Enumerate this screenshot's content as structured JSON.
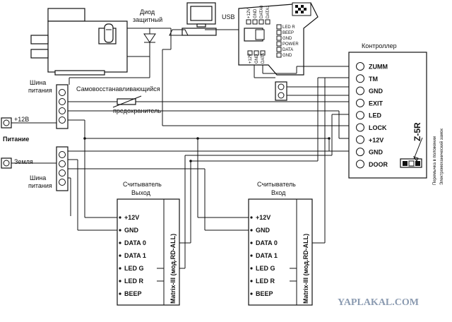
{
  "lock": {
    "diode_label": [
      "Диод",
      "защитный"
    ]
  },
  "usb": {
    "label": "USB",
    "pins": [
      "+12V",
      "GND",
      "DATA0",
      "DATA1",
      "LED R",
      "BEEP",
      "GND",
      "POWER",
      "DATA",
      "GND"
    ],
    "pins_b": [
      "+12V",
      "GND",
      "DATA"
    ]
  },
  "bus_top": {
    "label": [
      "Шина",
      "питания"
    ]
  },
  "bus_bottom": {
    "label": [
      "Шина",
      "питания"
    ]
  },
  "fuse": {
    "label_top": "Самовосстанавливающийся",
    "label_bottom": "предохранитель"
  },
  "power": {
    "title": "Питание",
    "plus": "+12В",
    "ground": "Земля"
  },
  "controller": {
    "title": "Контроллер",
    "model": "Z-5R",
    "terminals": [
      "ZUMM",
      "TM",
      "GND",
      "EXIT",
      "LED",
      "LOCK",
      "+12V",
      "GND",
      "DOOR"
    ],
    "jumper_note": [
      "Перемычка в положении",
      "Электромеханический замок"
    ]
  },
  "reader_out": {
    "title": [
      "Считыватель",
      "Выход"
    ],
    "model": "Matrix-III (мод.RD-ALL)",
    "pins": [
      "+12V",
      "GND",
      "DATA 0",
      "DATA 1",
      "LED G",
      "LED R",
      "BEEP"
    ]
  },
  "reader_in": {
    "title": [
      "Считыватель",
      "Вход"
    ],
    "model": "Matrix-III (мод.RD-ALL)",
    "pins": [
      "+12V",
      "GND",
      "DATA 0",
      "DATA 1",
      "LED G",
      "LED R",
      "BEEP"
    ]
  },
  "watermark": "YAPLAKAL.COM"
}
